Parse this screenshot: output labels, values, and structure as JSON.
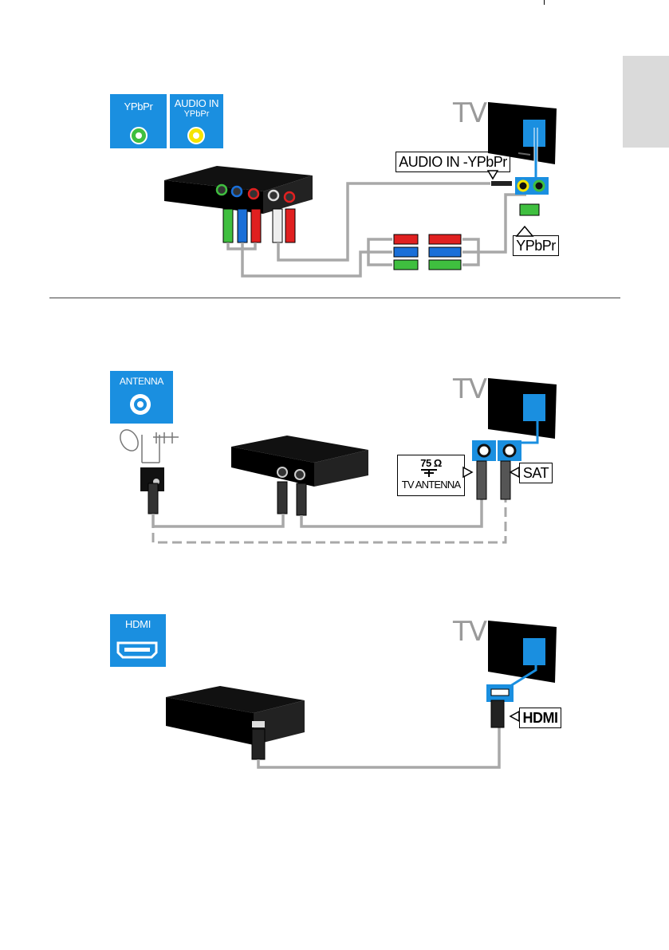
{
  "diagram1": {
    "badge_ypbpr": "YPbPr",
    "badge_audio_line1": "AUDIO IN",
    "badge_audio_line2": "YPbPr",
    "tv_label": "TV",
    "callout_audio": "AUDIO IN -YPbPr",
    "callout_ypbpr": "YPbPr"
  },
  "diagram2": {
    "badge_antenna": "ANTENNA",
    "tv_label": "TV",
    "callout_75": "75 Ω",
    "callout_tvantenna": "TV ANTENNA",
    "callout_sat": "SAT"
  },
  "diagram3": {
    "badge_hdmi": "HDMI",
    "tv_label": "TV",
    "callout_hdmi": "HDMI"
  },
  "colors": {
    "badge_blue": "#1a8fe0",
    "cable_grey": "#a8a8a8",
    "green": "#3fbf3f",
    "blue": "#1a6fd8",
    "red": "#e02020",
    "yellow": "#f5e400"
  }
}
